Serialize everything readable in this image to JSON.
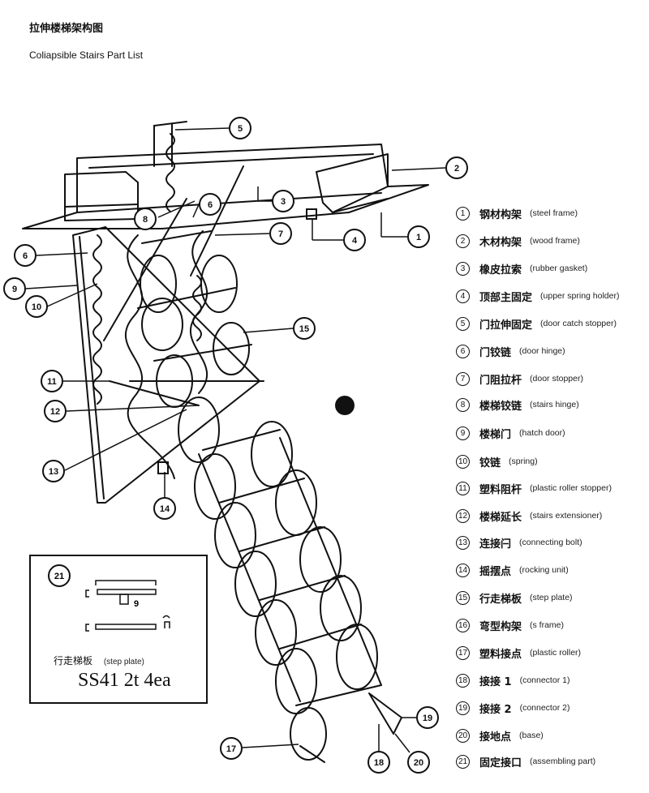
{
  "title_cn": "拉伸楼梯架构图",
  "title_en": "Coliapsible Stairs Part List",
  "parts": [
    {
      "num": "1",
      "cn": "钢材构架",
      "en": "(steel frame)"
    },
    {
      "num": "2",
      "cn": "木材构架",
      "en": "(wood frame)"
    },
    {
      "num": "3",
      "cn": "橡皮拉索",
      "en": "(rubber gasket)"
    },
    {
      "num": "4",
      "cn": "顶部主固定",
      "en": "(upper spring holder)"
    },
    {
      "num": "5",
      "cn": "门拉伸固定",
      "en": "(door catch stopper)"
    },
    {
      "num": "6",
      "cn": "门铰链",
      "en": "(door hinge)"
    },
    {
      "num": "7",
      "cn": "门阻拉杆",
      "en": "(door stopper)"
    },
    {
      "num": "8",
      "cn": "楼梯铰链",
      "en": "(stairs hinge)"
    },
    {
      "num": "9",
      "cn": "楼梯门",
      "en": "(hatch door)"
    },
    {
      "num": "10",
      "cn": "铰链",
      "en": "(spring)"
    },
    {
      "num": "11",
      "cn": "塑料阻杆",
      "en": "(plastic roller stopper)"
    },
    {
      "num": "12",
      "cn": "楼梯延长",
      "en": "(stairs extensioner)"
    },
    {
      "num": "13",
      "cn": "连接闩",
      "en": "(connecting bolt)"
    },
    {
      "num": "14",
      "cn": "摇摆点",
      "en": "(rocking unit)"
    },
    {
      "num": "15",
      "cn": "行走梯板",
      "en": "(step plate)"
    },
    {
      "num": "16",
      "cn": "弯型构架",
      "en": "(s frame)"
    },
    {
      "num": "17",
      "cn": "塑料接点",
      "en": "(plastic roller)"
    },
    {
      "num": "18",
      "cn": "接接 1",
      "en": "(connector 1)"
    },
    {
      "num": "19",
      "cn": "接接 2",
      "en": "(connector 2)"
    },
    {
      "num": "20",
      "cn": "接地点",
      "en": "(base)"
    },
    {
      "num": "21",
      "cn": "固定接口",
      "en": "(assembling part)"
    }
  ],
  "callouts": [
    "1",
    "2",
    "3",
    "4",
    "5",
    "6",
    "6",
    "7",
    "8",
    "9",
    "10",
    "11",
    "12",
    "13",
    "14",
    "15",
    "17",
    "18",
    "19",
    "20"
  ],
  "inset": {
    "num": "21",
    "label_cn": "行走梯板",
    "label_en": "(step plate)",
    "spec": "SS41  2t  4ea",
    "marker_9": "9"
  }
}
